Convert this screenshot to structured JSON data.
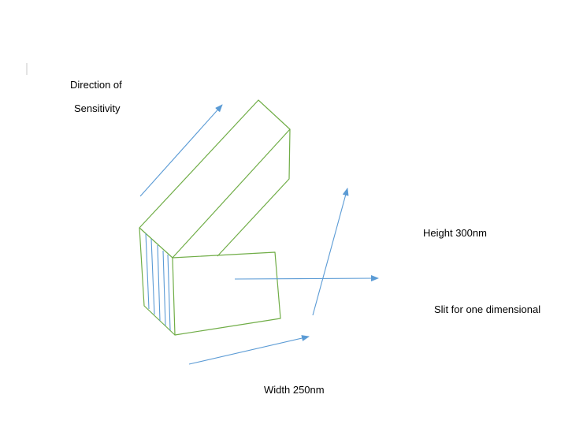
{
  "labels": {
    "direction_line1": "Direction of",
    "direction_line2": "Sensitivity",
    "height": "Height 300nm",
    "slit": "Slit for one dimensional",
    "width": "Width 250nm"
  },
  "colors": {
    "outline": "#70ad47",
    "arrow": "#5b9bd5",
    "text": "#000000"
  }
}
